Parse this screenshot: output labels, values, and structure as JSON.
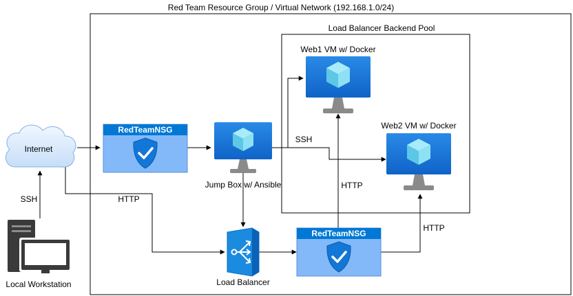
{
  "diagram": {
    "title": "Red Team Resource Group / Virtual Network (192.168.1.0/24)",
    "backend_pool_label": "Load Balancer Backend Pool",
    "nodes": {
      "internet": "Internet",
      "nsg_top": "RedTeamNSG",
      "nsg_bottom": "RedTeamNSG",
      "jump_box": "Jump Box w/ Ansible",
      "web1": "Web1 VM w/ Docker",
      "web2": "Web2 VM w/ Docker",
      "load_balancer": "Load Balancer",
      "workstation": "Local Workstation"
    },
    "edge_labels": {
      "ssh_workstation": "SSH",
      "ssh_jumpbox": "SSH",
      "http_internet": "HTTP",
      "http_web1": "HTTP",
      "http_web2": "HTTP"
    },
    "colors": {
      "azure_blue": "#0078d4",
      "nsg_fill": "#83b9f9",
      "cube": "#76d8f0",
      "monitor_stand": "#8a8a8a",
      "cloud": "#dcecfc",
      "workstation": "#3a3a3a"
    }
  }
}
